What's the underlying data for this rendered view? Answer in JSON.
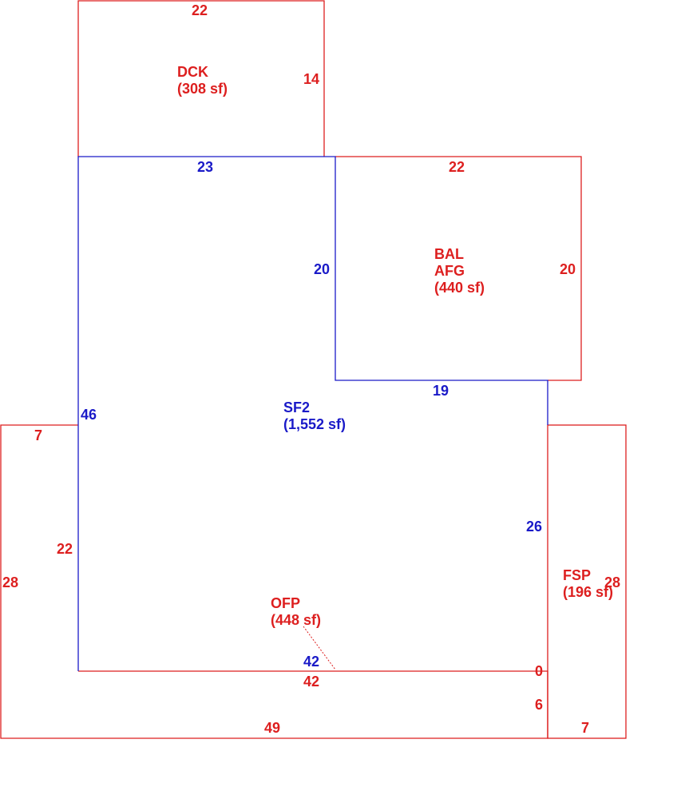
{
  "colors": {
    "red": "#dd1f1f",
    "blue": "#1a1ac8",
    "background": "#ffffff"
  },
  "areas": {
    "dck": {
      "code": "DCK",
      "area": "(308 sf)"
    },
    "bal": {
      "code": "BAL",
      "code2": "AFG",
      "area": "(440 sf)"
    },
    "sf2": {
      "code": "SF2",
      "area": "(1,552 sf)"
    },
    "ofp": {
      "code": "OFP",
      "area": "(448 sf)"
    },
    "fsp": {
      "code": "FSP",
      "area": "(196 sf)"
    }
  },
  "dimensions": {
    "dck_top": "22",
    "dck_right": "14",
    "sf2_top": "23",
    "bal_top": "22",
    "sf2_step": "20",
    "bal_right": "20",
    "bal_bottom": "19",
    "sf2_left": "46",
    "ofp_left_top": "7",
    "ofp_left_inner": "22",
    "ofp_left_outer": "28",
    "sf2_right": "26",
    "fsp_right": "28",
    "sf2_bottom": "42",
    "ofp_bottom_inner": "42",
    "ofp_zero": "0",
    "ofp_right": "6",
    "ofp_bottom": "49",
    "fsp_bottom": "7"
  }
}
